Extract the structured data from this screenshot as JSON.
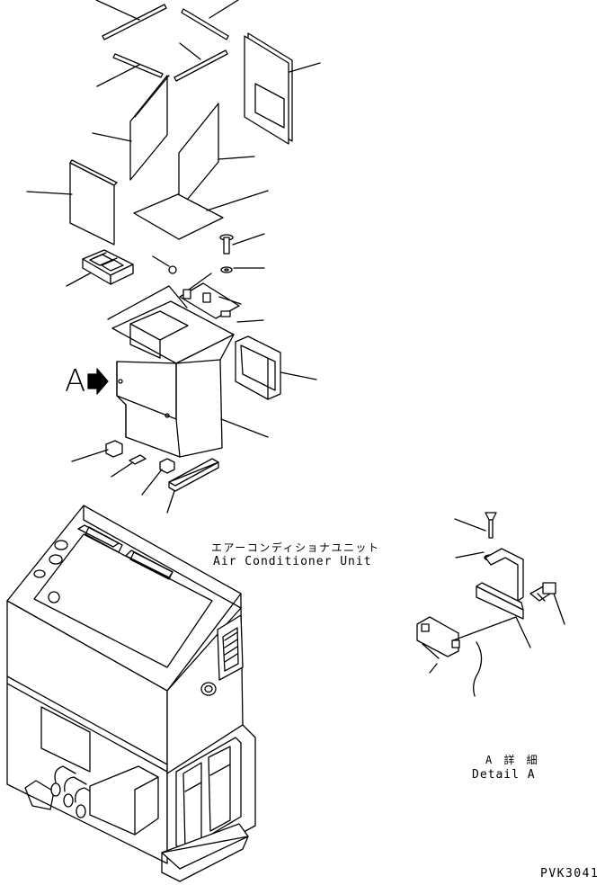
{
  "labels": {
    "unit_jp": "エアーコンディショナユニット",
    "unit_en": "Air Conditioner Unit",
    "view_marker": "A",
    "detail_jp": "A 詳 細",
    "detail_en": "Detail A",
    "drawing_code": "PVK3041"
  }
}
